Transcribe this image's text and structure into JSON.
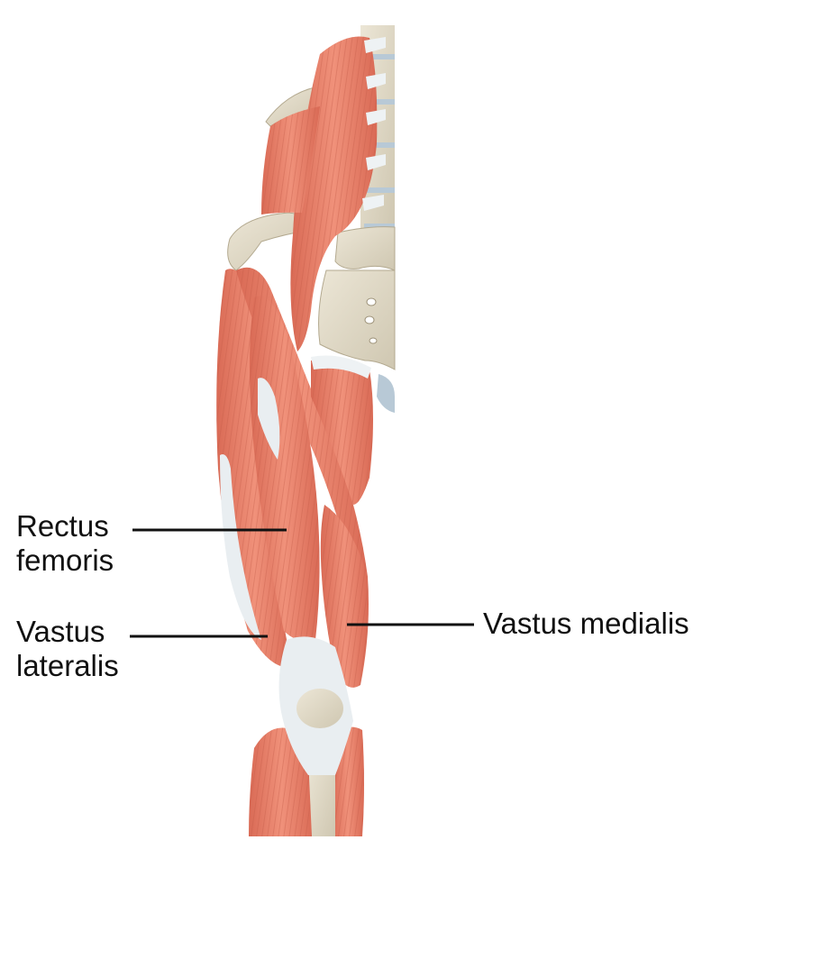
{
  "labels": {
    "rectus_femoris": {
      "line1": "Rectus",
      "line2": "femoris"
    },
    "vastus_lateralis": {
      "line1": "Vastus",
      "line2": "lateralis"
    },
    "vastus_medialis": {
      "line1": "Vastus medialis"
    }
  },
  "colors": {
    "muscle": "#e8806a",
    "muscle_dark": "#c9604c",
    "muscle_light": "#f29a84",
    "tendon": "#e6ecf0",
    "bone": "#e2dccb",
    "bone_shadow": "#c9c1ab",
    "cartilage": "#b8c9d6",
    "leader_line": "#111111"
  }
}
